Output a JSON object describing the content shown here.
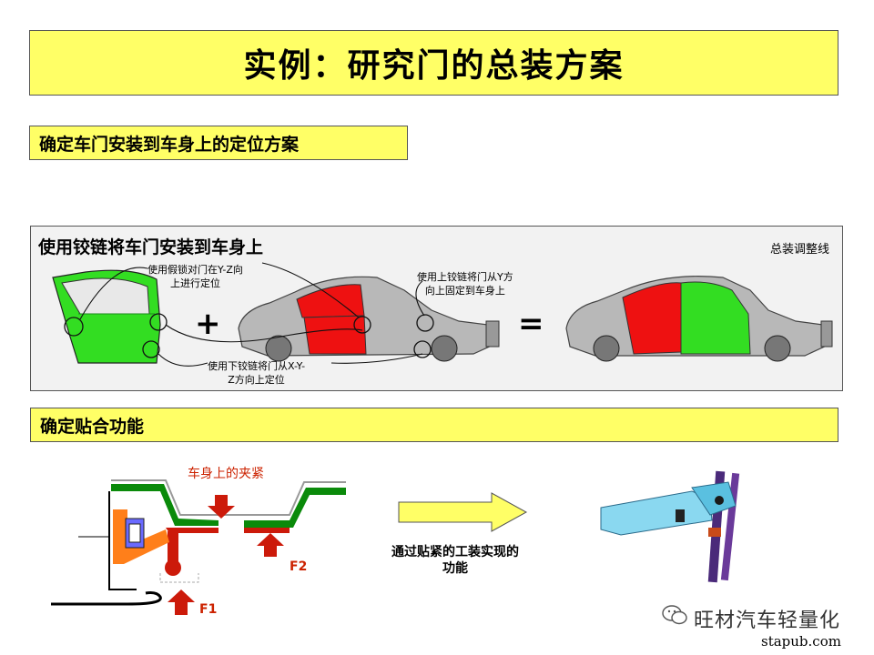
{
  "title": "实例：研究门的总装方案",
  "section1": {
    "label": "确定车门安装到车身上的定位方案"
  },
  "hinge_panel": {
    "title": "使用铰链将车门安装到车身上",
    "line_label": "总装调整线",
    "callouts": {
      "fake_lock": [
        "使用假锁对门在Y-Z向",
        "上进行定位"
      ],
      "upper_hinge": [
        "使用上铰链将门从Y方",
        "向上固定到车身上"
      ],
      "lower_hinge": [
        "使用下铰链将门从X-Y-",
        "Z方向上定位"
      ]
    },
    "plus_sign": "+",
    "equals_sign": "=",
    "colors": {
      "door_green": "#33dd22",
      "door_red": "#ee1111",
      "body_gray": "#b8b8b8"
    }
  },
  "section3": {
    "label": "确定贴合功能"
  },
  "fitting": {
    "clamp_label": "车身上的夹紧",
    "force1": "F1",
    "force2": "F2",
    "colors": {
      "panel_green": "#0a8a0a",
      "clamp_red": "#cc1a0a",
      "bracket_orange": "#ff7f1a",
      "arrow_yellow": "#ffff66"
    }
  },
  "function_text": [
    "通过贴紧的工装实现的",
    "功能"
  ],
  "watermark": "旺材汽车轻量化",
  "footer_url": "stapub.com"
}
